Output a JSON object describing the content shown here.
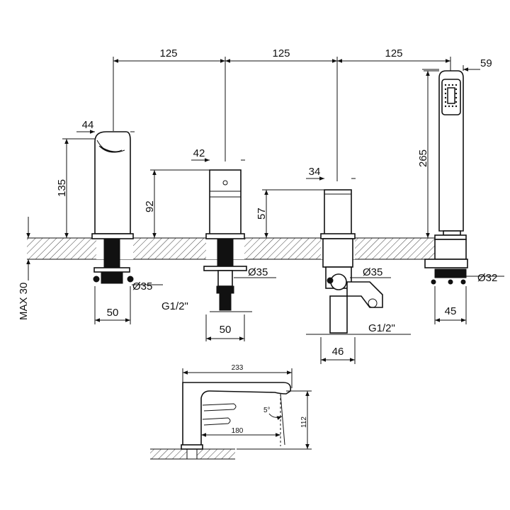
{
  "dimensions": {
    "spacing_1": "125",
    "spacing_2": "125",
    "spacing_3": "125",
    "shower_head_width": "59",
    "spout_width": "44",
    "spout_height": "135",
    "handle1_width": "42",
    "handle1_height": "92",
    "handle2_width": "34",
    "handle2_height": "57",
    "shower_height": "265",
    "deck_thickness": "MAX 30",
    "spout_base_diameter": "Ø35",
    "handle1_base_diameter": "Ø35",
    "handle2_base_diameter": "Ø35",
    "shower_base_diameter": "Ø32",
    "spout_flange_width": "50",
    "handle1_flange_width": "50",
    "handle2_flange_width": "46",
    "shower_flange_width": "45",
    "thread_left": "G1/2\"",
    "thread_right": "G1/2\"",
    "side_length": "233",
    "side_reach": "180",
    "side_height": "112",
    "side_angle": "5°"
  },
  "colors": {
    "line": "#111111",
    "background": "#ffffff"
  }
}
